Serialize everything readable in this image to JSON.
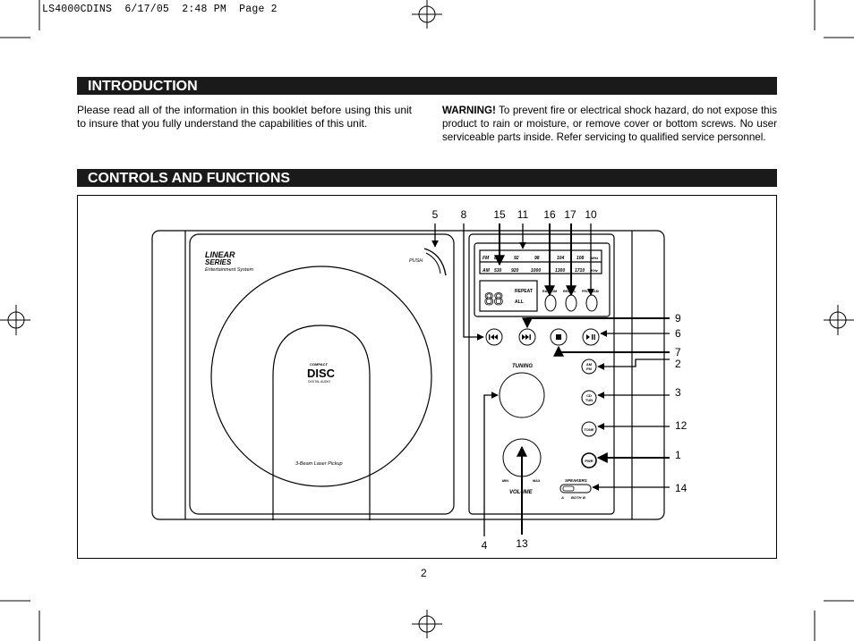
{
  "slug_line": "LS4000CDINS  6/17/05  2:48 PM  Page 2",
  "sections": {
    "introduction": {
      "title": "INTRODUCTION",
      "left_text": "Please read all of the information in this booklet before using this unit to insure that you fully understand the capabilities of this unit.",
      "warning_label": "WARNING!",
      "warning_text": " To prevent fire or electrical shock hazard, do not expose this product to rain or moisture, or remove cover or bottom screws. No user serviceable parts inside. Refer servicing to qualified service personnel."
    },
    "controls": {
      "title": "CONTROLS AND FUNCTIONS"
    }
  },
  "device": {
    "brand_line1": "LINEAR",
    "brand_line2": "SERIES",
    "brand_sub": "Entertainment System",
    "push_label": "PUSH",
    "disc_logo_top": "COMPACT",
    "disc_logo_main": "DISC",
    "disc_logo_sub": "DIGITAL AUDIO",
    "laser_label": "3-Beam Laser Pickup",
    "fm_scale": [
      "FM",
      "88",
      "92",
      "98",
      "104",
      "108",
      "MHz"
    ],
    "am_scale": [
      "AM",
      "530",
      "920",
      "1000",
      "1300",
      "1710",
      "KHz"
    ],
    "display_digits": "88",
    "repeat_label": "REPEAT",
    "all_label": "ALL",
    "random_label": "RANDOM",
    "recall_label": "RECALL",
    "program_label": "PROGRAM",
    "tuning_label": "TUNING",
    "volume_label": "VOLUME",
    "min_label": "MIN",
    "max_label": "MAX",
    "am_fm_button": [
      "AM",
      "FM"
    ],
    "cd_tun_button": [
      "CD",
      "TUN"
    ],
    "tone_button": "TONE",
    "pwr_button": "PWR",
    "speakers_label": "SPEAKERS",
    "speakers_positions": [
      "A",
      "BOTH",
      "B"
    ],
    "transport_icons": [
      "prev-track-icon",
      "next-track-icon",
      "stop-icon",
      "play-pause-icon"
    ]
  },
  "callouts": {
    "top": [
      "5",
      "8",
      "15",
      "11",
      "16",
      "17",
      "10"
    ],
    "right": [
      "9",
      "6",
      "7",
      "2",
      "3",
      "12",
      "1",
      "14"
    ],
    "bottom": [
      "4",
      "13"
    ]
  },
  "page_number": "2"
}
